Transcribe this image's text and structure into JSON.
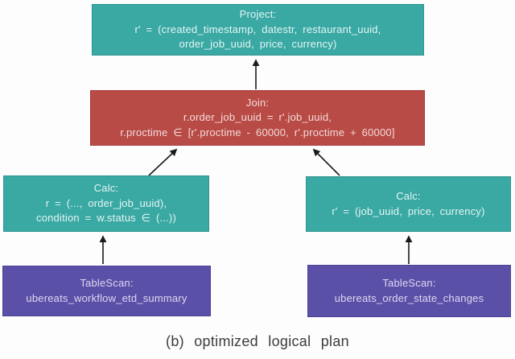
{
  "diagram": {
    "caption": "(b) optimized logical plan",
    "colors": {
      "teal": "#3aa8a3",
      "red": "#b84b46",
      "purple": "#5a50a7",
      "arrow": "#1b1b1b",
      "background": "#fdfdfd"
    },
    "nodes": {
      "project": {
        "title": "Project:",
        "line1": "r' = (created_timestamp, datestr, restaurant_uuid,",
        "line2": "order_job_uuid, price, currency)"
      },
      "join": {
        "title": "Join:",
        "line1": "r.order_job_uuid = r'.job_uuid,",
        "line2": "r.proctime ∈ [r'.proctime - 60000, r'.proctime + 60000]"
      },
      "calc_left": {
        "title": "Calc:",
        "line1": "r = (..., order_job_uuid),",
        "line2": "condition = w.status ∈ (...))"
      },
      "calc_right": {
        "title": "Calc:",
        "line1": "r' = (job_uuid, price, currency)"
      },
      "tablescan_left": {
        "title": "TableScan:",
        "line1": "ubereats_workflow_etd_summary"
      },
      "tablescan_right": {
        "title": "TableScan:",
        "line1": "ubereats_order_state_changes"
      }
    }
  }
}
